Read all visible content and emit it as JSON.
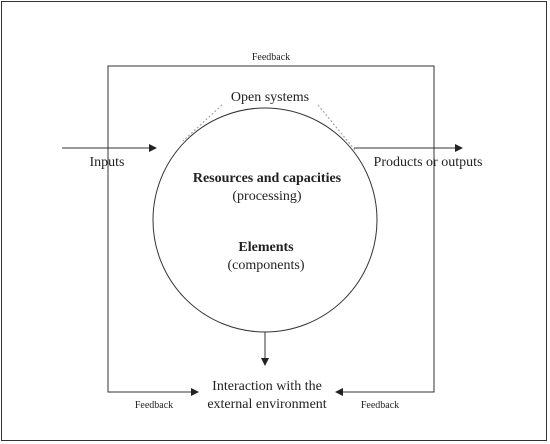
{
  "diagram": {
    "feedback_top": "Feedback",
    "feedback_bottom_left": "Feedback",
    "feedback_bottom_right": "Feedback",
    "open_systems": "Open systems",
    "inputs": "Inputs",
    "outputs": "Products or outputs",
    "resources_title": "Resources and capacities",
    "resources_sub": "(processing)",
    "elements_title": "Elements",
    "elements_sub": "(components)",
    "interaction_line1": "Interaction with the",
    "interaction_line2": "external environment"
  }
}
